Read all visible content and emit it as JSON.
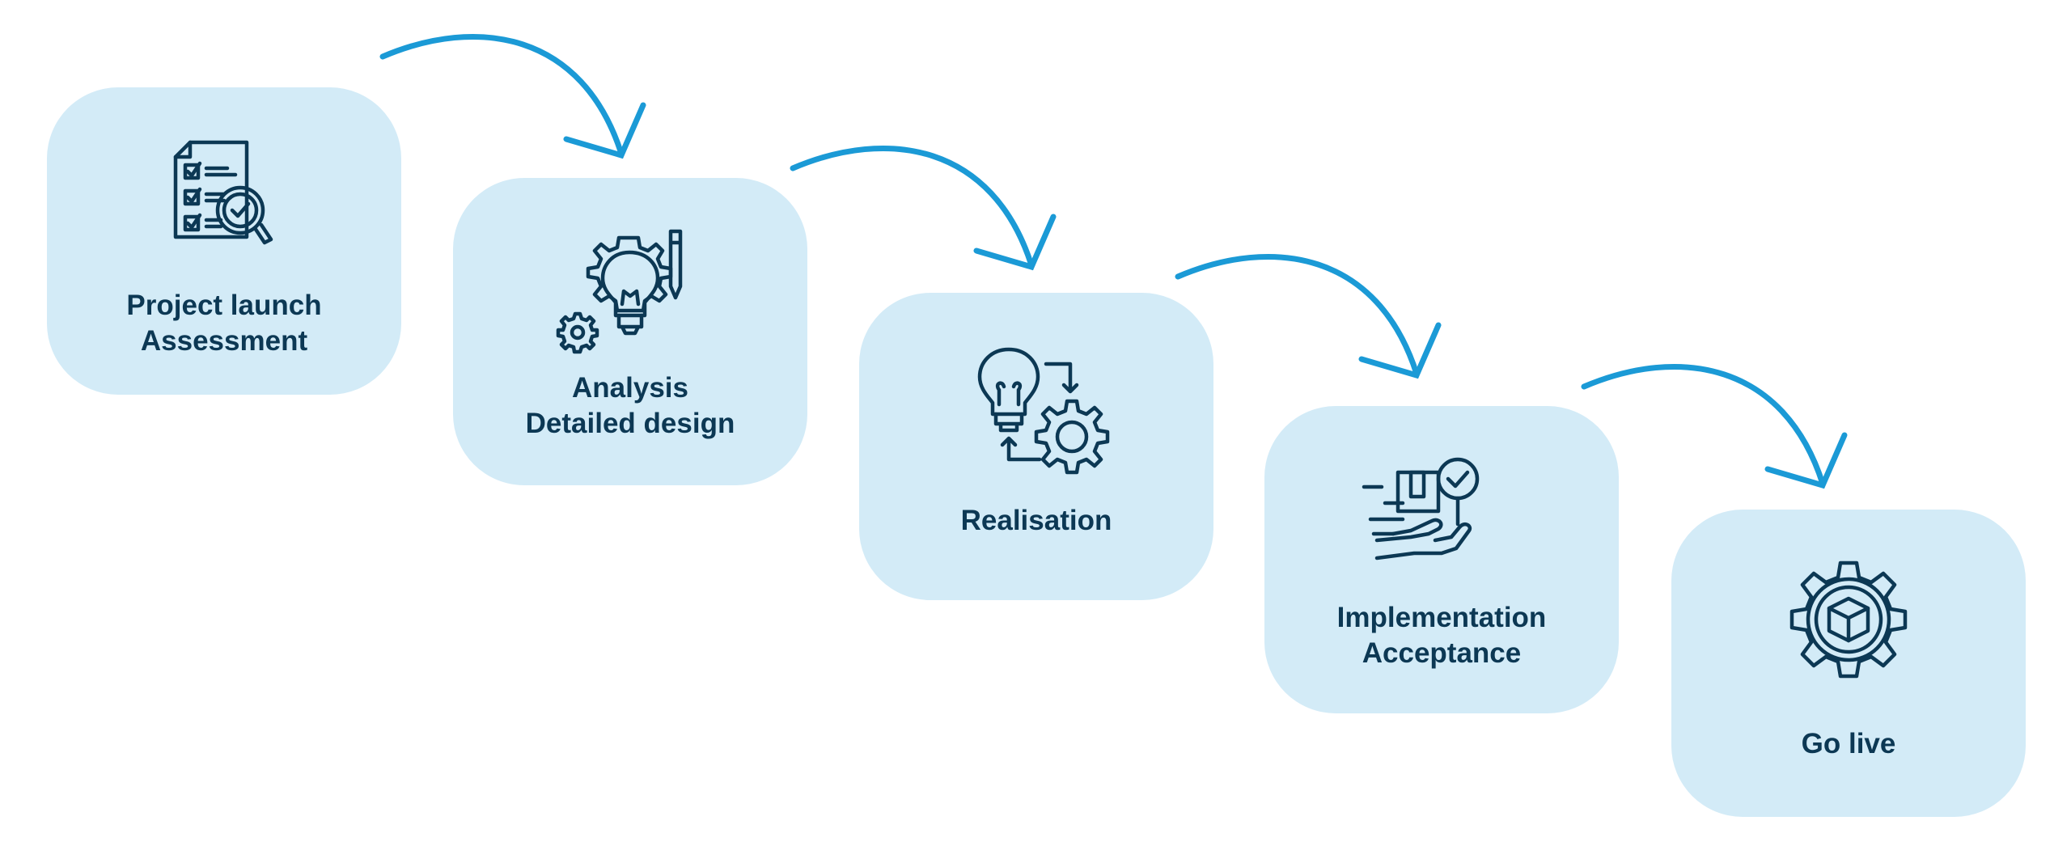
{
  "colors": {
    "card_background": "#d3ebf7",
    "text": "#0c3854",
    "arrow": "#1b9ad6",
    "page_background": "#ffffff"
  },
  "steps": [
    {
      "lines": [
        "Project launch",
        "Assessment"
      ],
      "icon": "checklist-magnifier-icon"
    },
    {
      "lines": [
        "Analysis",
        "Detailed design"
      ],
      "icon": "lightbulb-gear-pencil-icon"
    },
    {
      "lines": [
        "Realisation"
      ],
      "icon": "idea-to-gear-cycle-icon"
    },
    {
      "lines": [
        "Implementation",
        "Acceptance"
      ],
      "icon": "hand-delivery-check-icon"
    },
    {
      "lines": [
        "Go live"
      ],
      "icon": "gear-cube-icon"
    }
  ],
  "connectors": [
    {
      "from": "Project launch",
      "to": "Analysis",
      "icon": "curved-arrow-icon"
    },
    {
      "from": "Analysis",
      "to": "Realisation",
      "icon": "curved-arrow-icon"
    },
    {
      "from": "Realisation",
      "to": "Implementation",
      "icon": "curved-arrow-icon"
    },
    {
      "from": "Implementation",
      "to": "Go live",
      "icon": "curved-arrow-icon"
    }
  ]
}
